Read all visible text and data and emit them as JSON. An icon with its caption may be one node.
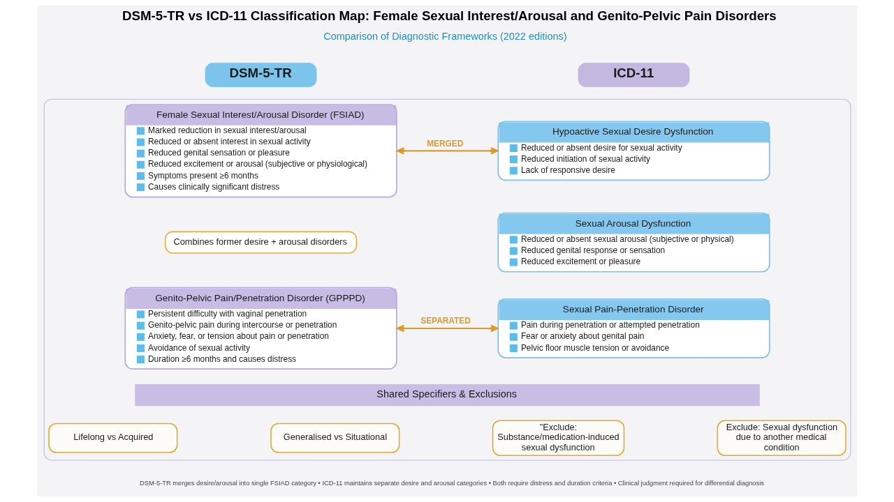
{
  "diagram": {
    "title": "DSM-5-TR vs ICD-11 Classification Map: Female Sexual Interest/Arousal and Genito-Pelvic Pain Disorders",
    "caption": "DSM-5-TR merges desire/arousal into single FSIAD category • ICD-11 maintains separate desire and arousal categories • Both require distress and duration criteria • Clinical judgment required for differential diagnosis",
    "nodes": [
      {
        "text": [
          "DSM-5-TR"
        ]
      },
      {
        "text": [
          "ICD-11"
        ]
      },
      {
        "text": [],
        "shape": "box"
      },
      {
        "text": [
          "Female Sexual Interest/Arousal Disorder (FSIAD)",
          "Marked reduction in sexual interest/arousal",
          "Reduced or absent interest in sexual activity",
          "Reduced genital sensation or pleasure",
          "Reduced excitement or arousal (subjective or physiological)",
          "Symptoms present ≥6 months",
          "Causes clinically significant distress"
        ],
        "in": 2
      },
      {
        "text": [
          "Combines former desire + arousal disorders"
        ],
        "in": 2
      },
      {
        "text": [
          "Genito-Pelvic Pain/Penetration Disorder (GPPPD)",
          "Persistent difficulty with vaginal penetration",
          "Genito-pelvic pain during intercourse or penetration",
          "Anxiety, fear, or tension about pain or penetration",
          "Avoidance of sexual activity",
          "Duration ≥6 months and causes distress"
        ],
        "in": 2
      },
      {
        "text": [
          "Hypoactive Sexual Desire Dysfunction",
          "Reduced or absent desire for sexual activity",
          "Reduced initiation of sexual activity",
          "Lack of responsive desire"
        ],
        "in": 2
      },
      {
        "text": [
          "Sexual Arousal Dysfunction",
          "Reduced or absent sexual arousal (subjective or physical)",
          "Reduced genital response or sensation",
          "Reduced excitement or pleasure"
        ],
        "in": 2
      },
      {
        "text": [
          "Sexual Pain-Penetration Disorder",
          "Pain during penetration or attempted penetration",
          "Fear or anxiety about genital pain",
          "Pelvic floor muscle tension or avoidance"
        ],
        "in": 2
      },
      {
        "text": [
          "Shared Specifiers & Exclusions"
        ],
        "in": 2
      },
      {
        "text": [
          "Lifelong vs Acquired"
        ],
        "in": 2
      },
      {
        "text": [
          "Generalised vs Situational"
        ],
        "in": 2
      },
      {
        "text": [
          "\"Exclude: Substance/medication-induced sexual dysfunction"
        ],
        "in": 2
      },
      {
        "text": [
          "Exclude: Sexual dysfunction due to another medical condition"
        ],
        "in": 2
      }
    ],
    "edges": [
      {
        "from": 3,
        "to": 6,
        "arrow": "both",
        "label": "MERGED"
      },
      {
        "from": 5,
        "to": 8,
        "arrow": "both",
        "label": "SEPARATED"
      }
    ],
    "labels": [
      "Comparison of Diagnostic Frameworks (2022 editions)"
    ]
  }
}
